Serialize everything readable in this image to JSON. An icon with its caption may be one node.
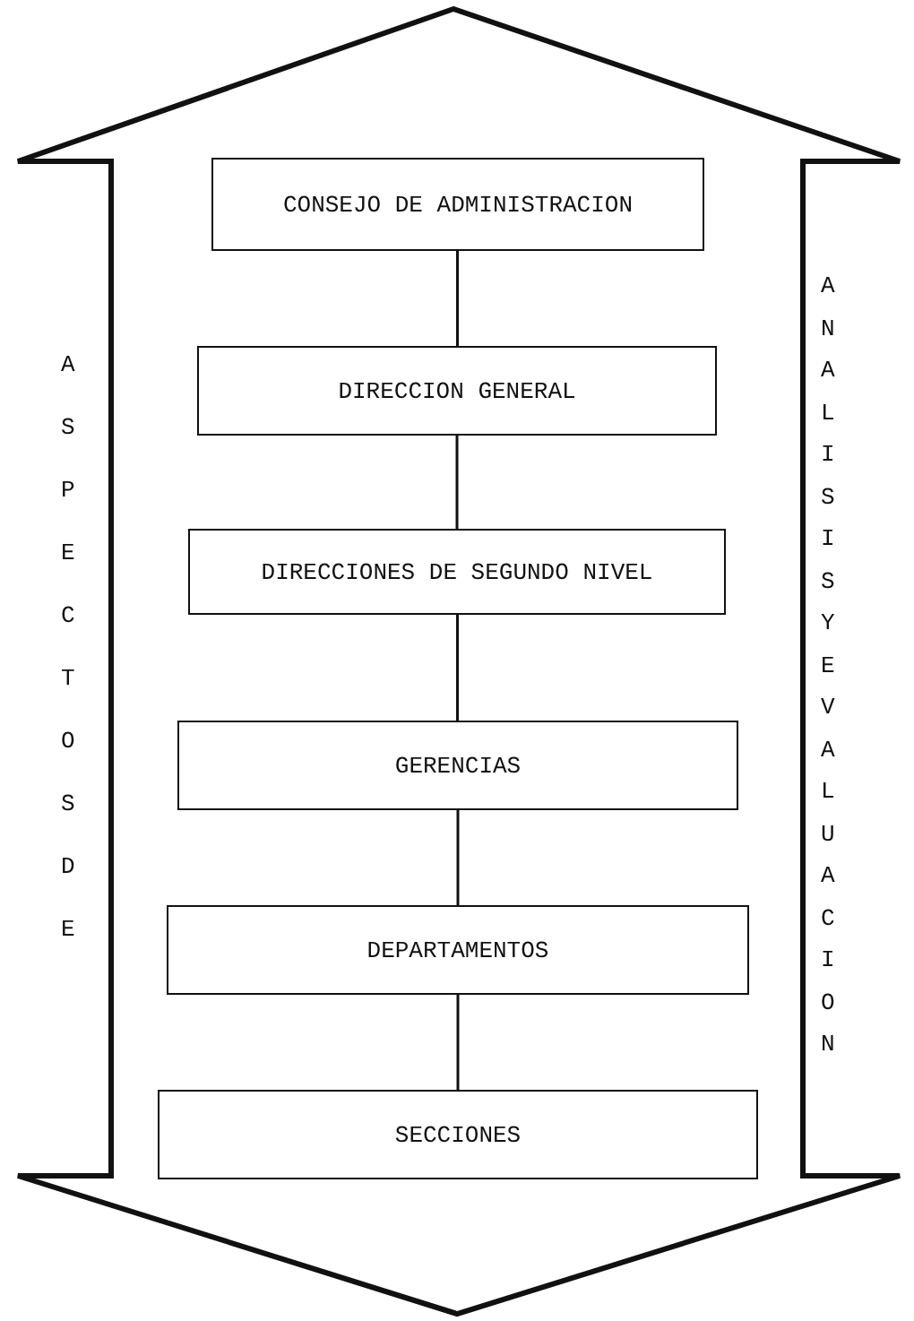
{
  "diagram": {
    "nodes": [
      {
        "text": [
          "CONSEJO DE ADMINISTRACION"
        ]
      },
      {
        "text": [
          "DIRECCION GENERAL"
        ]
      },
      {
        "text": [
          "DIRECCIONES DE SEGUNDO NIVEL"
        ]
      },
      {
        "text": [
          "GERENCIAS"
        ]
      },
      {
        "text": [
          "DEPARTAMENTOS"
        ]
      },
      {
        "text": [
          "SECCIONES"
        ]
      }
    ],
    "edges": [
      {
        "from": 0,
        "to": 1,
        "arrow": "none"
      },
      {
        "from": 1,
        "to": 2,
        "arrow": "none"
      },
      {
        "from": 2,
        "to": 3,
        "arrow": "none"
      },
      {
        "from": 3,
        "to": 4,
        "arrow": "none"
      },
      {
        "from": 4,
        "to": 5,
        "arrow": "none"
      }
    ],
    "labels": [
      "ASPECTOS DE",
      "ANALISIS Y EVALUACION"
    ]
  }
}
